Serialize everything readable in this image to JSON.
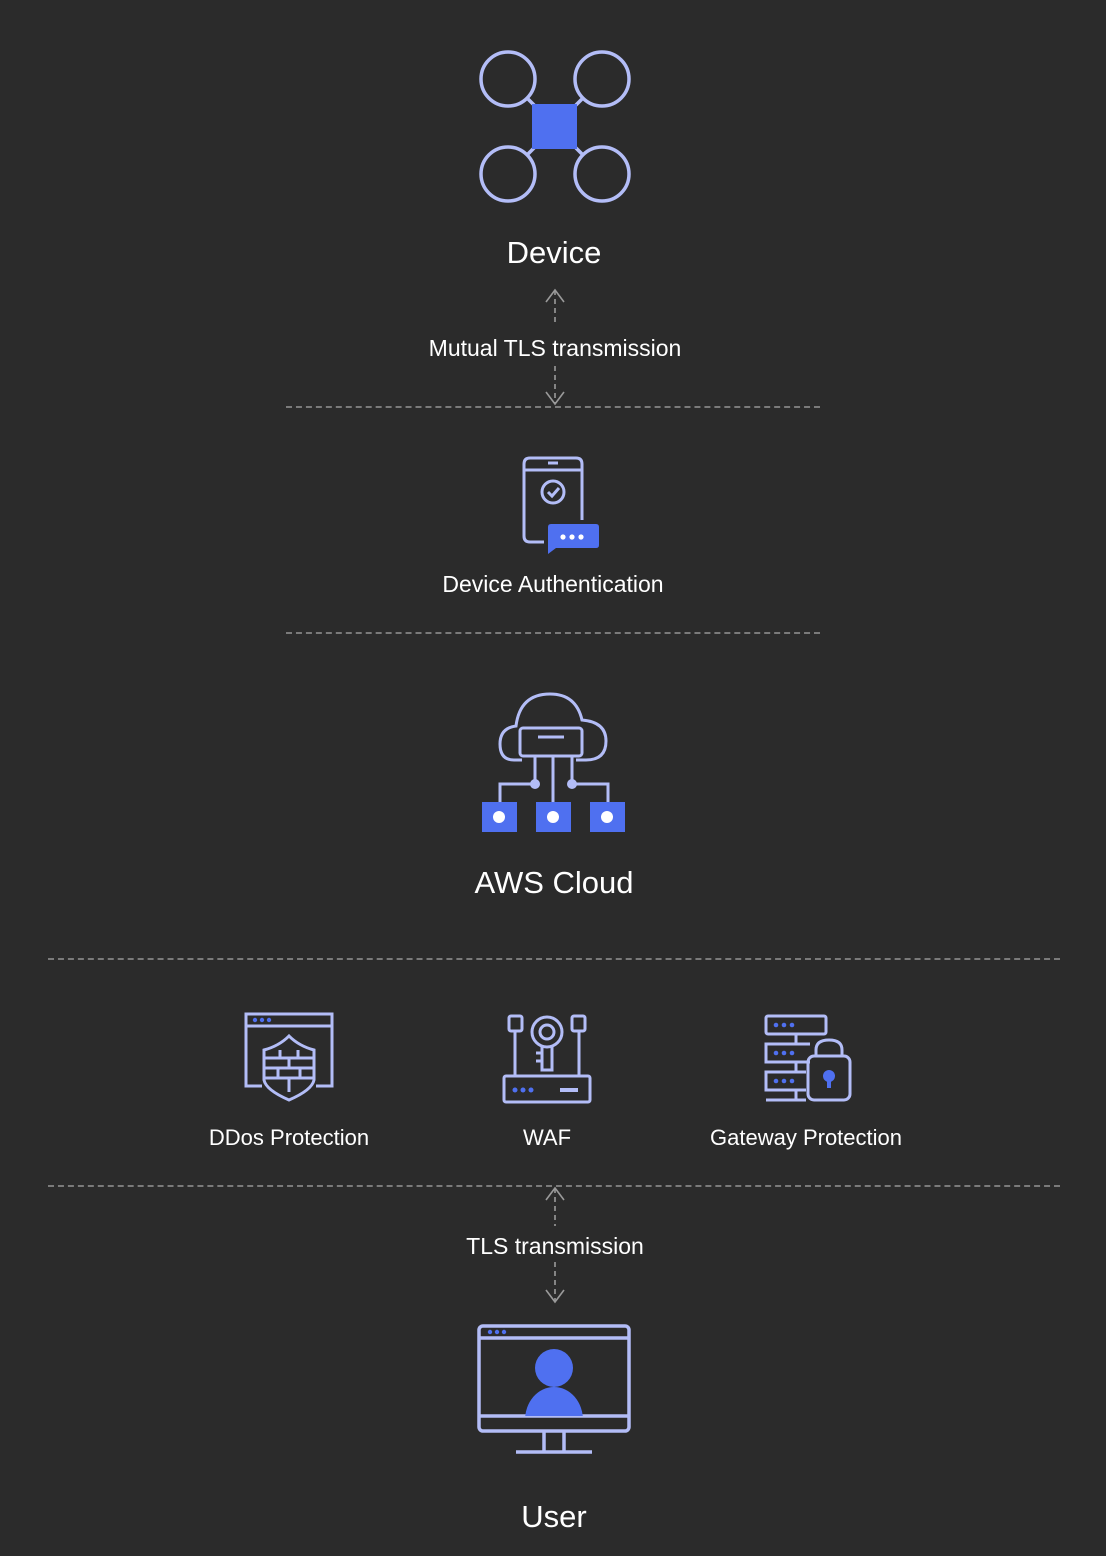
{
  "colors": {
    "background": "#2b2b2b",
    "outline": "#b3bdf7",
    "accent": "#4f70f0",
    "divider": "#7a7a7a",
    "text": "#ffffff"
  },
  "device": {
    "label": "Device",
    "icon": "drone-icon"
  },
  "mutual_tls": {
    "label": "Mutual TLS transmission",
    "icon": "bidirectional-arrow-icon"
  },
  "device_auth": {
    "label": "Device Authentication",
    "icon": "phone-verified-chat-icon"
  },
  "aws_cloud": {
    "label": "AWS Cloud",
    "icon": "cloud-network-icon"
  },
  "protections": [
    {
      "label": "DDos Protection",
      "icon": "shield-firewall-icon"
    },
    {
      "label": "WAF",
      "icon": "key-router-icon"
    },
    {
      "label": "Gateway Protection",
      "icon": "server-lock-icon"
    }
  ],
  "tls": {
    "label": "TLS transmission",
    "icon": "bidirectional-arrow-icon"
  },
  "user": {
    "label": "User",
    "icon": "monitor-user-icon"
  }
}
